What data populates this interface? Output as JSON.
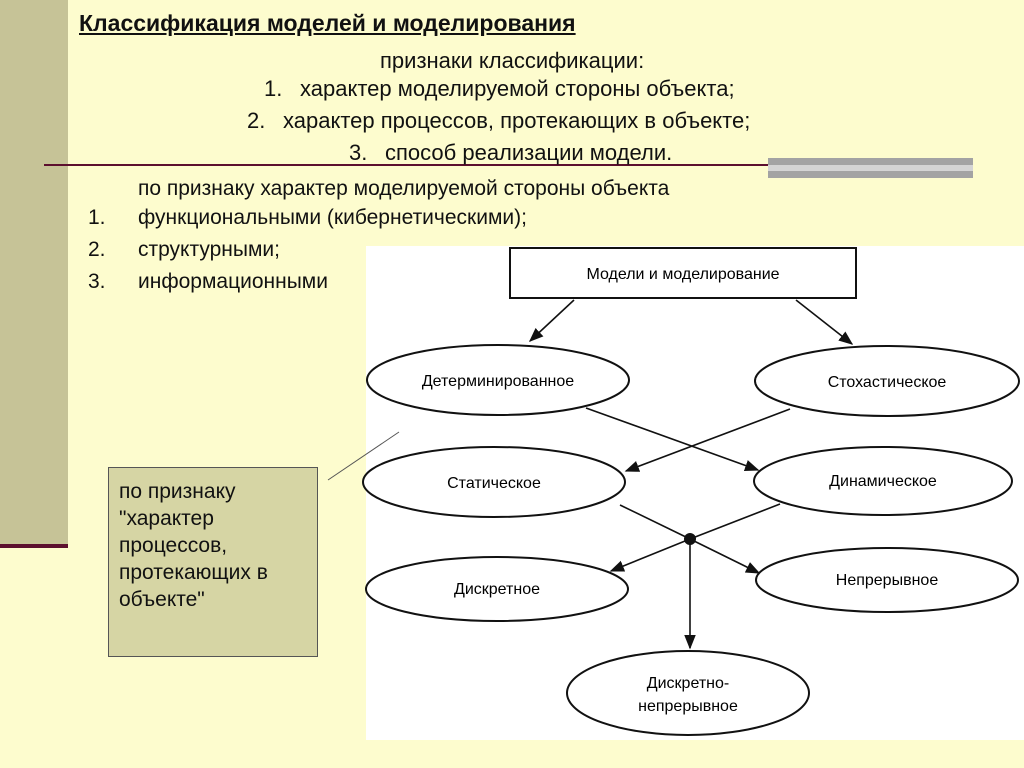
{
  "slide": {
    "title": "Классификация моделей и моделирования",
    "criteria_title": "признаки классификации:",
    "criteria": [
      {
        "num": "1.",
        "text": "характер моделируемой стороны объекта;"
      },
      {
        "num": "2.",
        "text": "характер процессов, протекающих в объекте;"
      },
      {
        "num": "3.",
        "text": "способ реализации модели."
      }
    ],
    "by_feature_title": "по признаку характер моделируемой стороны объекта",
    "by_feature_items": [
      {
        "num": "1.",
        "text": "функциональными (кибернетическими);"
      },
      {
        "num": "2.",
        "text": "структурными;"
      },
      {
        "num": "3.",
        "text": "информационными"
      }
    ]
  },
  "callout": {
    "text": "по признаку \"характер процессов, протекающих в объекте\""
  },
  "diagram": {
    "root": "Модели и моделирование",
    "deterministic": "Детерминированное",
    "stochastic": "Стохастическое",
    "static": "Статическое",
    "dynamic": "Динамическое",
    "discrete": "Дискретное",
    "continuous": "Непрерывное",
    "discrete_continuous_line1": "Дискретно-",
    "discrete_continuous_line2": "непрерывное"
  },
  "colors": {
    "background": "#fdfcce",
    "side_bar": "#c6c397",
    "accent_line": "#5c0f2e",
    "callout_fill": "#d6d5a4"
  }
}
